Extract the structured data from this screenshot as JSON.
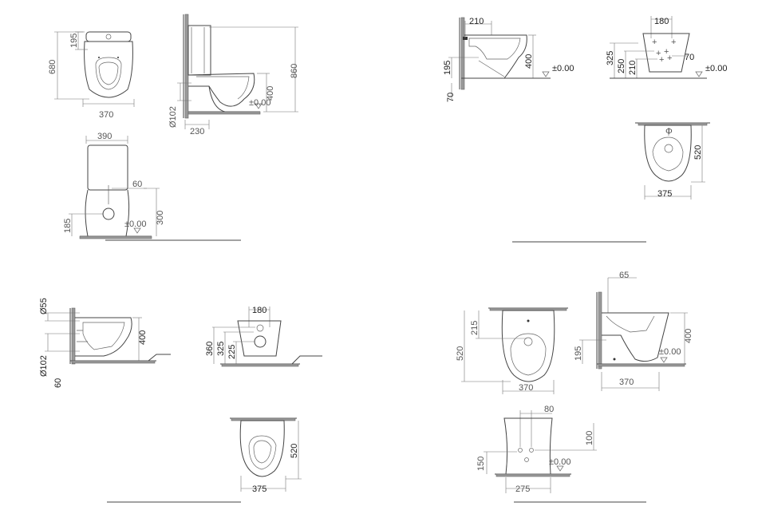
{
  "panel_a": {
    "front": {
      "d195": "195",
      "d680": "680",
      "d370": "370"
    },
    "side": {
      "d860": "860",
      "d400": "400",
      "d102": "Ø102",
      "d230": "230",
      "level": "±0.00"
    },
    "rear": {
      "d390": "390",
      "d60": "60",
      "d185": "185",
      "d300": "300",
      "level": "±0.00"
    }
  },
  "panel_b": {
    "side": {
      "d210": "210",
      "d195": "195",
      "d70": "70",
      "d400": "400",
      "level": "±0.00"
    },
    "rear": {
      "d180": "180",
      "d325": "325",
      "d250": "250",
      "d210": "210",
      "d70": "70",
      "level": "±0.00"
    },
    "top": {
      "d520": "520",
      "d375": "375"
    }
  },
  "panel_c": {
    "side": {
      "d55": "Ø55",
      "d102": "Ø102",
      "d60": "60",
      "d400": "400"
    },
    "rear": {
      "d180": "180",
      "d360": "360",
      "d325": "325",
      "d225": "225"
    },
    "top": {
      "d520": "520",
      "d375": "375"
    }
  },
  "panel_d": {
    "top": {
      "d520": "520",
      "d215": "215",
      "d370": "370"
    },
    "side": {
      "d65": "65",
      "d400": "400",
      "d195": "195",
      "d370": "370",
      "level": "±0.00"
    },
    "rear": {
      "d80": "80",
      "d100": "100",
      "d150": "150",
      "d275": "275",
      "level": "±0.00"
    }
  }
}
